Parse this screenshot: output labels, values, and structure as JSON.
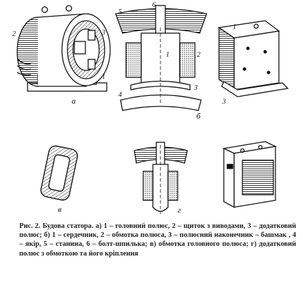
{
  "panels": {
    "a": {
      "label": "а",
      "parts": [
        "1",
        "2",
        "3"
      ]
    },
    "b": {
      "label": "б",
      "parts": [
        "1",
        "2",
        "3",
        "4",
        "5",
        "6"
      ]
    },
    "c": {
      "label": "в"
    },
    "d": {
      "label": "г"
    },
    "e": {
      "parts": [
        "1",
        "3"
      ]
    }
  },
  "caption": {
    "text": "Рис. 2. Будова статора. а) 1 – головний полюс, 2 – щиток з виводами, 3 – додатковий полюс; б) 1 – сердечник, 2 – обмотка полюса, 3 – полюсний наконечник – башмак , 4 – якір, 5 – станина, 6 – болт-шпилька; в) обмотка головного полюса; г) додатковий полюс з обмоткою та його кріплення"
  }
}
